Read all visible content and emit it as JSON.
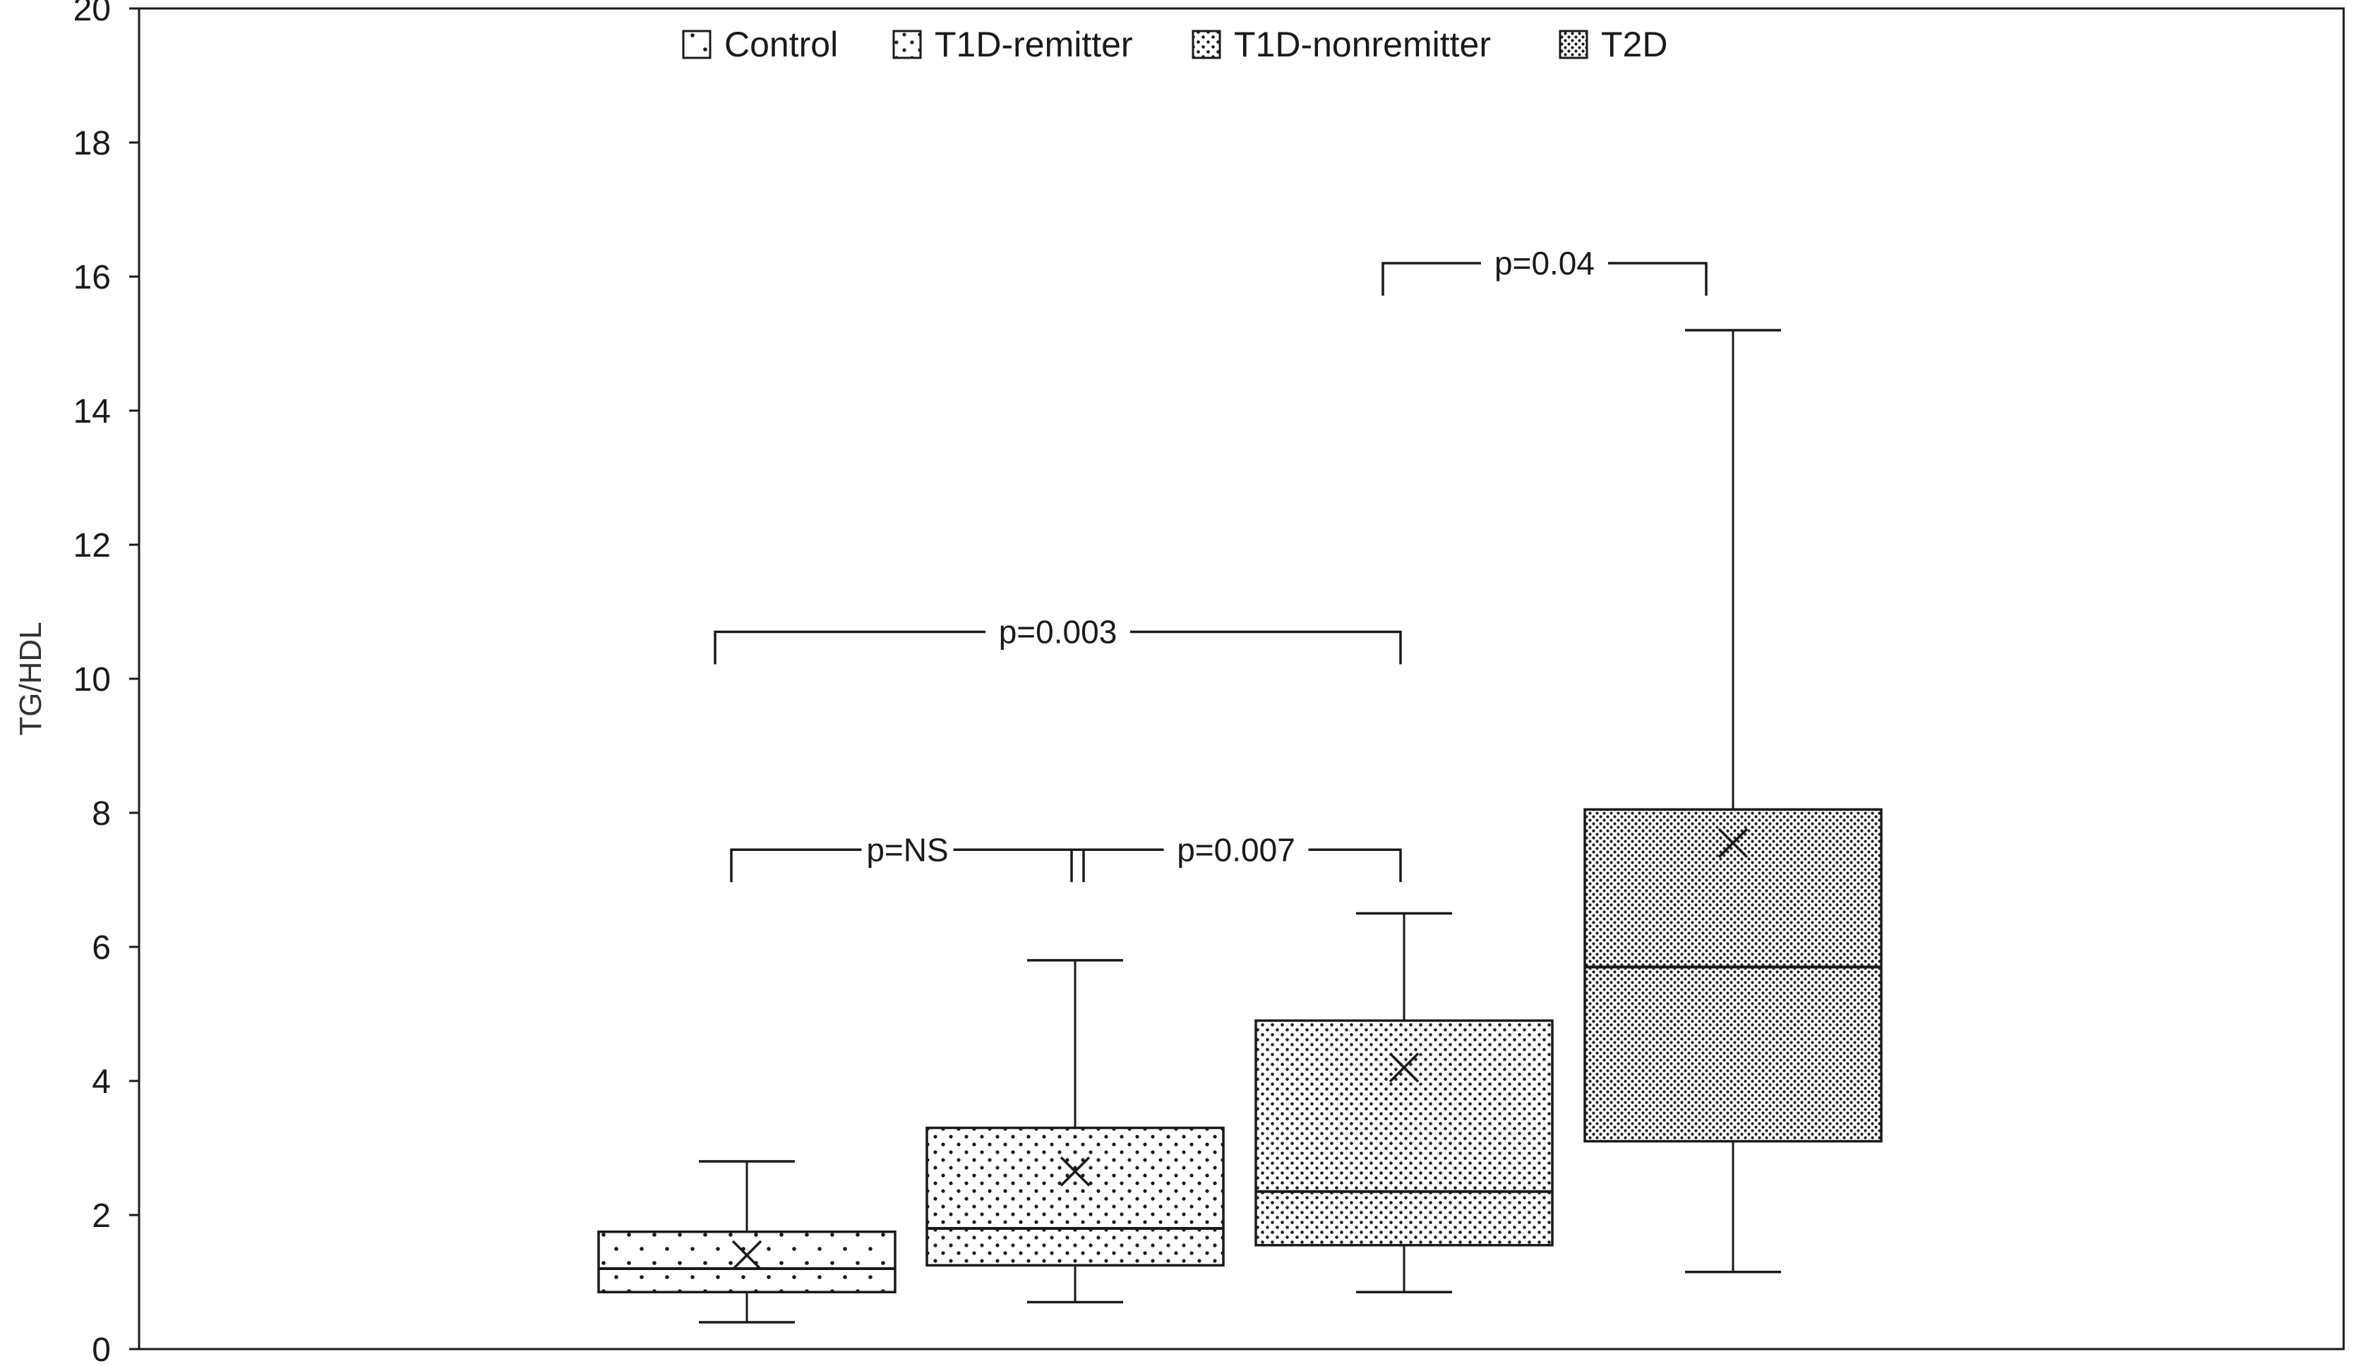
{
  "chart_data": {
    "type": "box",
    "ylabel": "TG/HDL",
    "xlabel": "",
    "ylim": [
      0,
      20
    ],
    "yticks": [
      0,
      2,
      4,
      6,
      8,
      10,
      12,
      14,
      16,
      18,
      20
    ],
    "ytick_labels": [
      "0",
      "2",
      "4",
      "6",
      "8",
      "10",
      "12",
      "14",
      "16",
      "18",
      "20"
    ],
    "grid": false,
    "legend_position": "top-center",
    "series": [
      {
        "name": "Control",
        "pattern": "sparse-dots",
        "whisker_low": 0.4,
        "q1": 0.85,
        "median": 1.2,
        "q3": 1.75,
        "whisker_high": 2.8,
        "mean": 1.4
      },
      {
        "name": "T1D-remitter",
        "pattern": "medium-dots",
        "whisker_low": 0.7,
        "q1": 1.25,
        "median": 1.8,
        "q3": 3.3,
        "whisker_high": 5.8,
        "mean": 2.65
      },
      {
        "name": "T1D-nonremitter",
        "pattern": "dense-dots",
        "whisker_low": 0.85,
        "q1": 1.55,
        "median": 2.35,
        "q3": 4.9,
        "whisker_high": 6.5,
        "mean": 4.2
      },
      {
        "name": "T2D",
        "pattern": "very-dense-dots",
        "whisker_low": 1.15,
        "q1": 3.1,
        "median": 5.7,
        "q3": 8.05,
        "whisker_high": 15.2,
        "mean": 7.55
      }
    ],
    "annotations": [
      {
        "label": "p=NS",
        "from": "Control",
        "to": "T1D-remitter",
        "y": 7.45
      },
      {
        "label": "p=0.007",
        "from": "T1D-remitter",
        "to": "T1D-nonremitter",
        "y": 7.45
      },
      {
        "label": "p=0.003",
        "from": "Control",
        "to": "T1D-nonremitter",
        "y": 10.7
      },
      {
        "label": "p=0.04",
        "from": "T1D-nonremitter",
        "to": "T2D",
        "y": 16.2
      }
    ],
    "colors": {
      "stroke": "#1a1a1a",
      "fill": "#ffffff"
    }
  }
}
